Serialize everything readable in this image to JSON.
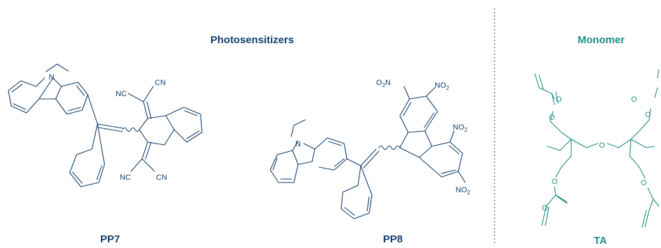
{
  "headings": {
    "photosensitizers": "Photosensitizers",
    "monomer": "Monomer"
  },
  "compounds": {
    "pp7": {
      "label": "PP7"
    },
    "pp8": {
      "label": "PP8"
    },
    "ta": {
      "label": "TA"
    }
  },
  "atoms": {
    "n": "N",
    "cn": "CN",
    "nc": "NC",
    "o": "O",
    "no2_no": "NO",
    "no2_sub": "2",
    "o2n_o": "O",
    "o2n_sub": "2",
    "o2n_n": "N"
  },
  "colors": {
    "photosensitizer": "#14406f",
    "monomer": "#1f8f84",
    "divider": "#444444"
  }
}
